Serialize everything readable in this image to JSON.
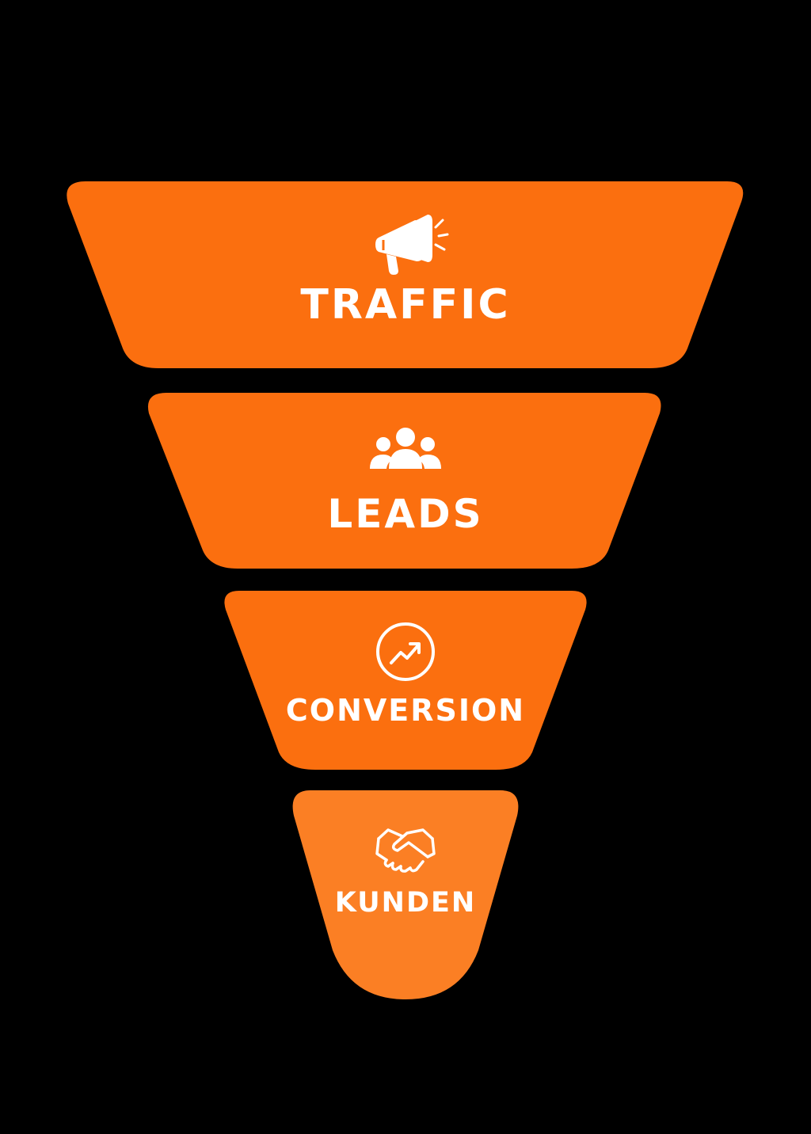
{
  "colors": {
    "background": "#000000",
    "stage_fill": "#FB6F0F",
    "stage_fill_last": "#FB7F24",
    "text": "#FFFFFF"
  },
  "stages": [
    {
      "label": "TRAFFIC",
      "icon": "megaphone-icon"
    },
    {
      "label": "LEADS",
      "icon": "people-group-icon"
    },
    {
      "label": "CONVERSION",
      "icon": "trending-up-circle-icon"
    },
    {
      "label": "KUNDEN",
      "icon": "handshake-icon"
    }
  ]
}
